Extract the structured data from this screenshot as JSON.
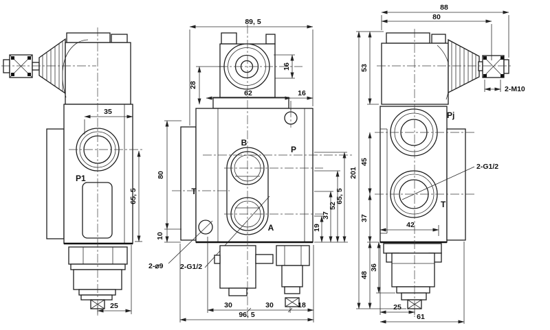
{
  "document": {
    "kind": "engineering drawing",
    "subject": "monoblock hydraulic directional control valve with joystick lever, three orthographic views"
  },
  "views": {
    "left": {
      "port_label": "P1",
      "dims": {
        "d35": "35",
        "d65_5": "65, 5",
        "d25": "25"
      }
    },
    "middle": {
      "ports": {
        "b": "B",
        "a": "A",
        "p": "P",
        "t": "T"
      },
      "notes": {
        "holes": "2-⌀9",
        "thread": "2-G1/2"
      },
      "dims": {
        "d89_5": "89, 5",
        "d28": "28",
        "d16_port": "16",
        "d62": "62",
        "d16_side": "16",
        "d80": "80",
        "d10": "10",
        "d19": "19",
        "d37": "37",
        "d52": "52",
        "d65_5": "65, 5",
        "d30_left": "30",
        "d30_right": "30",
        "d18": "18",
        "d96_5": "96, 5"
      }
    },
    "right": {
      "ports": {
        "pj": "Pj",
        "t": "T"
      },
      "notes": {
        "stud": "2-M10",
        "thread": "2-G1/2"
      },
      "dims": {
        "d88": "88",
        "d80": "80",
        "d53": "53",
        "d201": "201",
        "d45": "45",
        "d37": "37",
        "d42": "42",
        "d48": "48",
        "d36": "36",
        "d25": "25",
        "d61": "61"
      }
    }
  }
}
